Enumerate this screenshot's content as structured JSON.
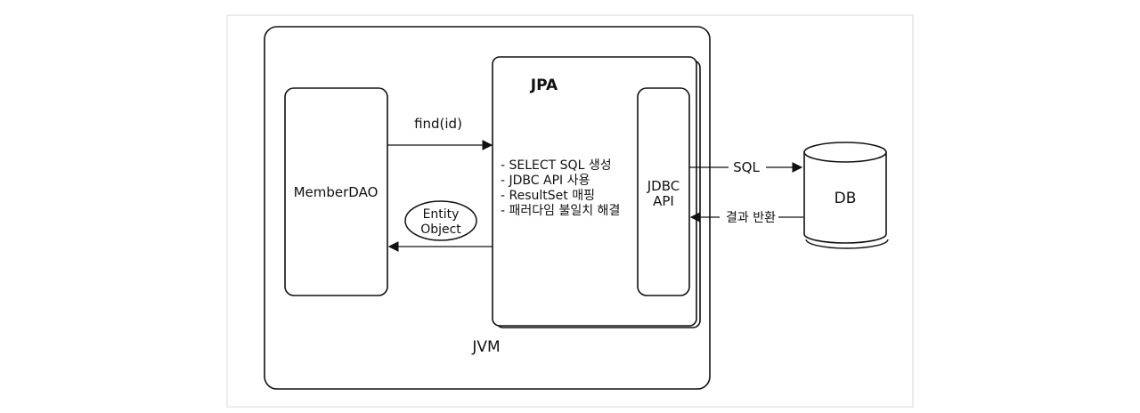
{
  "diagram": {
    "jvm_label": "JVM",
    "jpa_title": "JPA",
    "member_dao_label": "MemberDAO",
    "jdbc_api_line1": "JDBC",
    "jdbc_api_line2": "API",
    "db_label": "DB",
    "find_label": "find(id)",
    "entity_line1": "Entity",
    "entity_line2": "Object",
    "sql_label": "SQL",
    "result_label": "결과 반환",
    "jpa_tasks": [
      "- SELECT SQL 생성",
      "- JDBC API 사용",
      "- ResultSet 매핑",
      "- 패러다임 불일치 해결"
    ]
  }
}
